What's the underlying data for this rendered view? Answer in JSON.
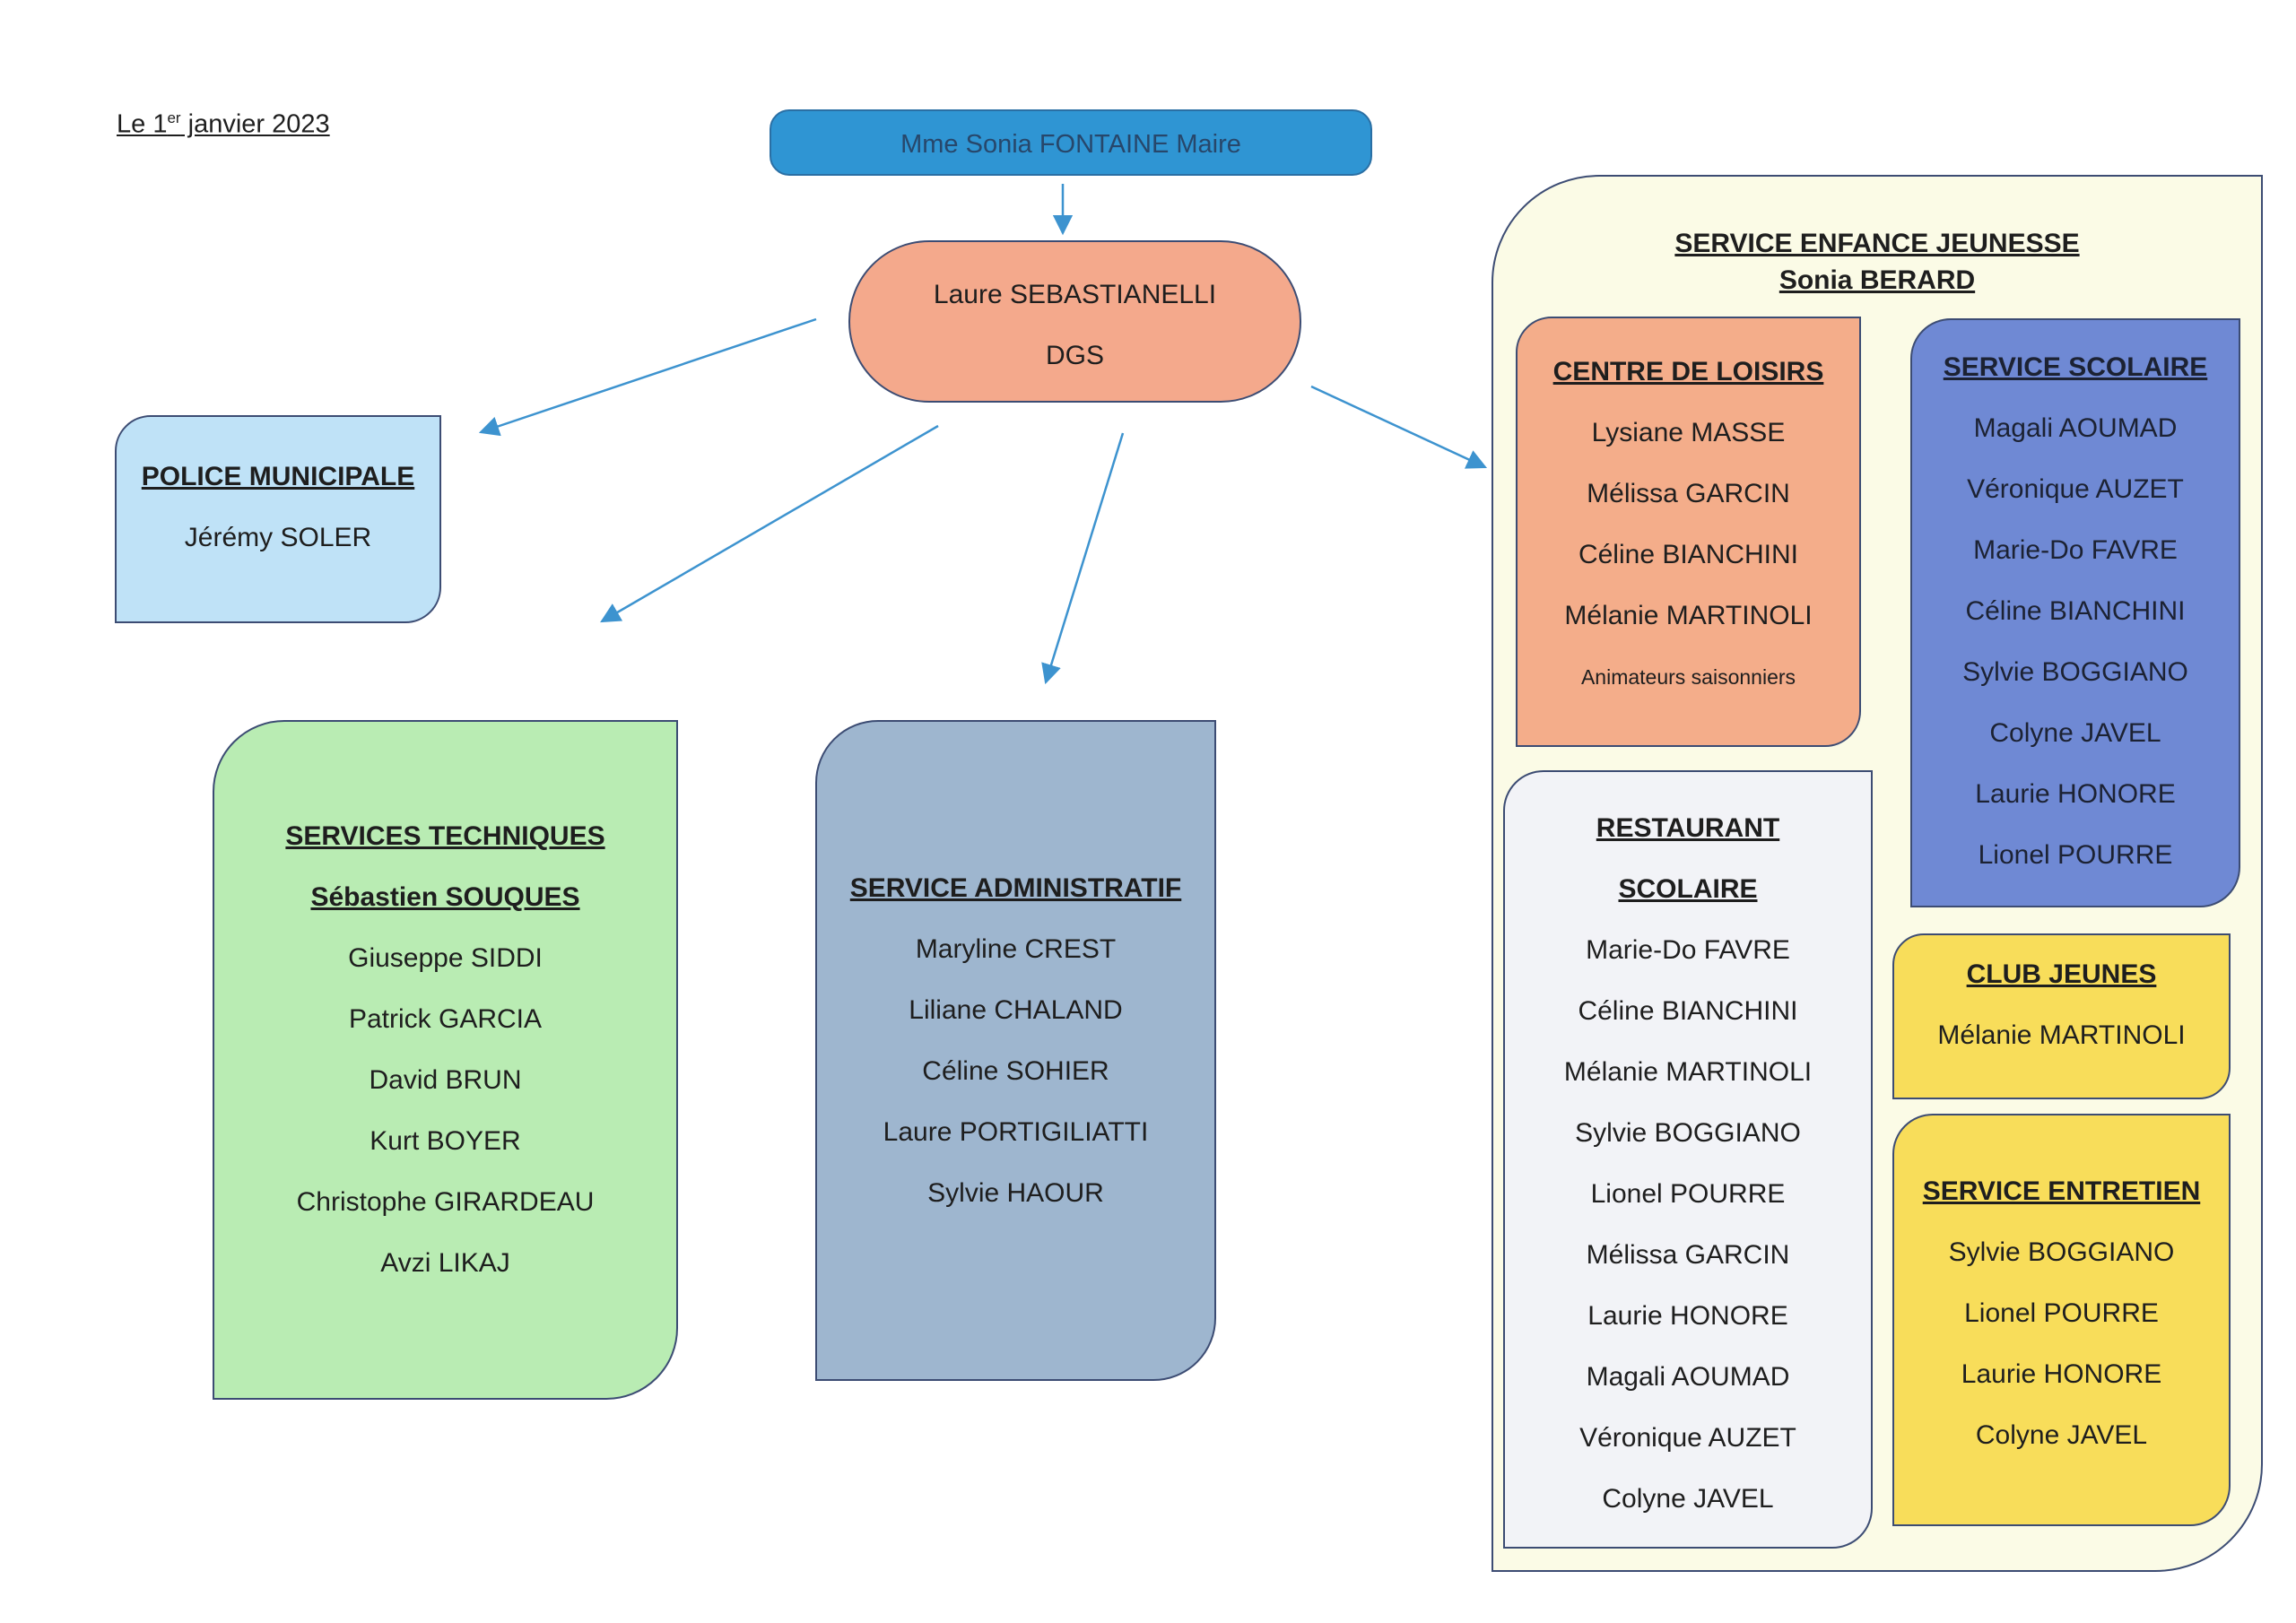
{
  "date": {
    "prefix": "Le 1",
    "sup": "er",
    "suffix": " janvier 2023"
  },
  "mayor": {
    "label": "Mme Sonia FONTAINE Maire"
  },
  "dgs": {
    "name": "Laure SEBASTIANELLI",
    "role": "DGS"
  },
  "police": {
    "title": "POLICE MUNICIPALE",
    "members": [
      "Jérémy SOLER"
    ]
  },
  "technique": {
    "title": "SERVICES TECHNIQUES",
    "head": "Sébastien SOUQUES",
    "members": [
      "Giuseppe SIDDI",
      "Patrick GARCIA",
      "David BRUN",
      "Kurt BOYER",
      "Christophe GIRARDEAU",
      "Avzi LIKAJ"
    ]
  },
  "administratif": {
    "title": "SERVICE ADMINISTRATIF",
    "members": [
      "Maryline CREST",
      "Liliane CHALAND",
      "Céline SOHIER",
      "Laure PORTIGILIATTI",
      "Sylvie HAOUR"
    ]
  },
  "enfance": {
    "title": "SERVICE ENFANCE JEUNESSE",
    "head": "Sonia BERARD"
  },
  "loisirs": {
    "title": "CENTRE DE LOISIRS",
    "members": [
      "Lysiane MASSE",
      "Mélissa GARCIN",
      "Céline BIANCHINI",
      "Mélanie MARTINOLI"
    ],
    "note": "Animateurs saisonniers"
  },
  "scolaire": {
    "title": "SERVICE SCOLAIRE",
    "members": [
      "Magali AOUMAD",
      "Véronique AUZET",
      "Marie-Do FAVRE",
      "Céline BIANCHINI",
      "Sylvie BOGGIANO",
      "Colyne JAVEL",
      "Laurie HONORE",
      "Lionel POURRE"
    ]
  },
  "restaurant": {
    "title_line1": "RESTAURANT",
    "title_line2": "SCOLAIRE",
    "members": [
      "Marie-Do FAVRE",
      "Céline BIANCHINI",
      "Mélanie MARTINOLI",
      "Sylvie BOGGIANO",
      "Lionel POURRE",
      "Mélissa GARCIN",
      "Laurie HONORE",
      "Magali AOUMAD",
      "Véronique AUZET",
      "Colyne JAVEL"
    ]
  },
  "club": {
    "title": "CLUB JEUNES",
    "members": [
      "Mélanie MARTINOLI"
    ]
  },
  "entretien": {
    "title": "SERVICE ENTRETIEN",
    "members": [
      "Sylvie BOGGIANO",
      "Lionel POURRE",
      "Laurie HONORE",
      "Colyne JAVEL"
    ]
  },
  "colors": {
    "mayor": "#2f95d3",
    "dgs": "#f4a98c",
    "police": "#bfe2f7",
    "technique": "#b9ecb3",
    "administratif": "#9eb6cf",
    "enfance": "#fbfbe6",
    "loisirs": "#f4ad8a",
    "scolaire": "#6f89d4",
    "restaurant": "#f2f3f7",
    "club": "#f8dd5a",
    "entretien": "#f8dd5a",
    "arrow": "#3d93cf"
  }
}
